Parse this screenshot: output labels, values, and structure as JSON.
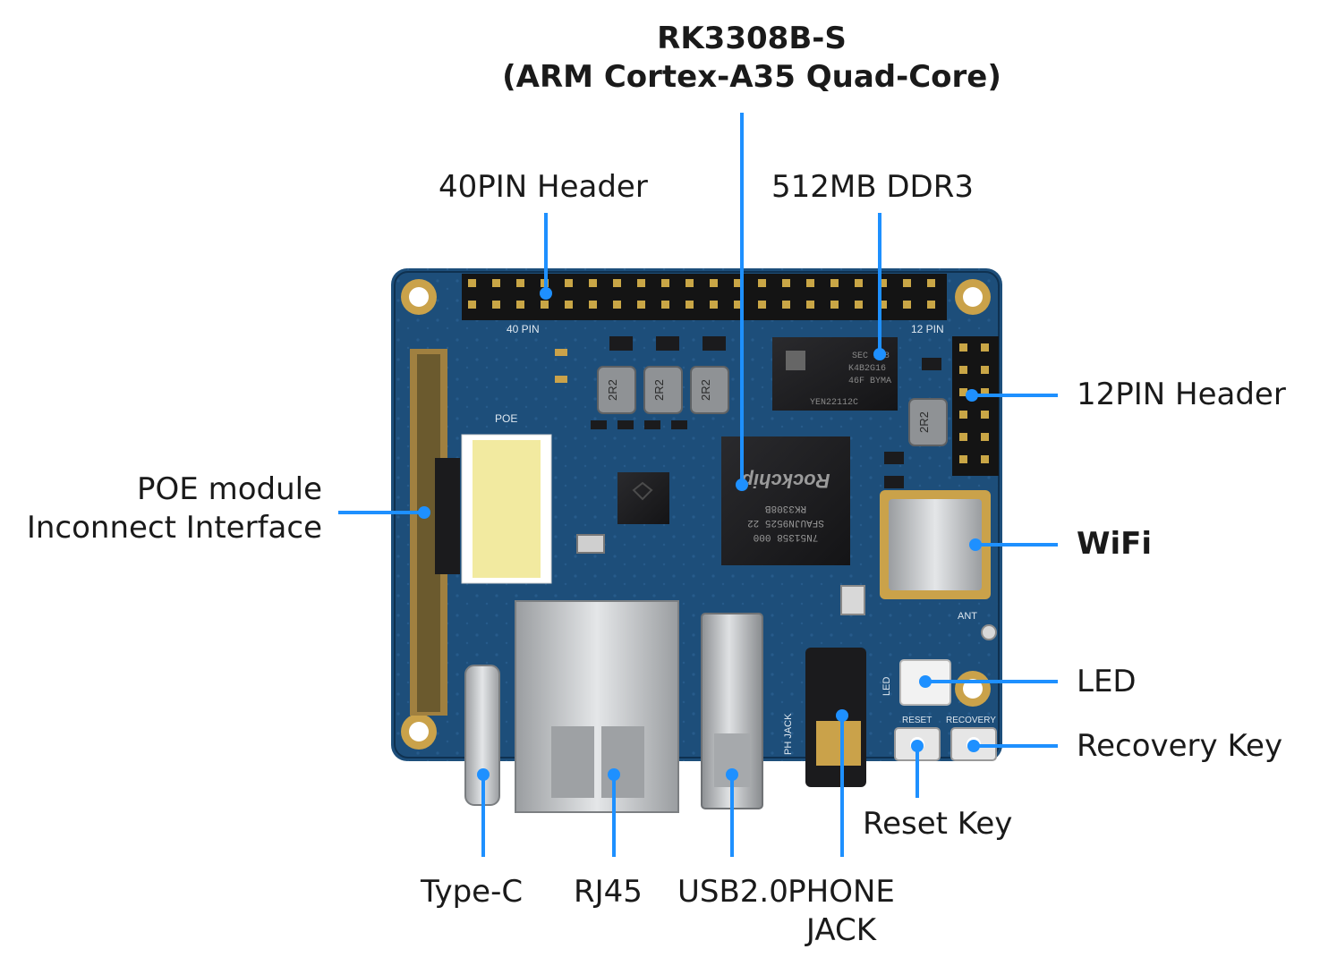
{
  "callouts": {
    "soc": {
      "line1": "RK3308B-S",
      "line2": "(ARM Cortex-A35 Quad-Core)"
    },
    "header40": "40PIN Header",
    "ddr": "512MB DDR3",
    "header12": "12PIN Header",
    "poe": {
      "line1": "POE module",
      "line2": "Inconnect Interface"
    },
    "wifi": "WiFi",
    "led": "LED",
    "recovery_key": "Recovery Key",
    "reset_key": "Reset Key",
    "typec": "Type-C",
    "rj45": "RJ45",
    "usb": "USB2.0",
    "phone_jack": {
      "line1": "PHONE",
      "line2": "JACK"
    }
  },
  "board_silkscreen": {
    "header40_mark": "40 PIN",
    "header12_mark": "12 PIN",
    "poe_mark": "POE",
    "ant_mark": "ANT",
    "led_mark": "LED",
    "reset_mark": "RESET",
    "recovery_mark": "RECOVERY",
    "jack_mark": "PH JACK",
    "inductor_mark": "2R2",
    "soc_text": [
      "7N51358 000",
      "SFAUJN9525 22",
      "RK3308B"
    ],
    "soc_logo": "Rockchip",
    "ddr_text": [
      "SEC 238",
      "K4B2G16",
      "46F BYMA",
      "YEN22112C"
    ]
  },
  "colors": {
    "callout_line": "#1e90ff",
    "pcb": "#1d4e7a",
    "pcb_dark": "#143a5e",
    "gold": "#caa24a",
    "chip": "#1b1b1d",
    "metal": "#c4c6c8",
    "text": "#1a1a1a"
  }
}
